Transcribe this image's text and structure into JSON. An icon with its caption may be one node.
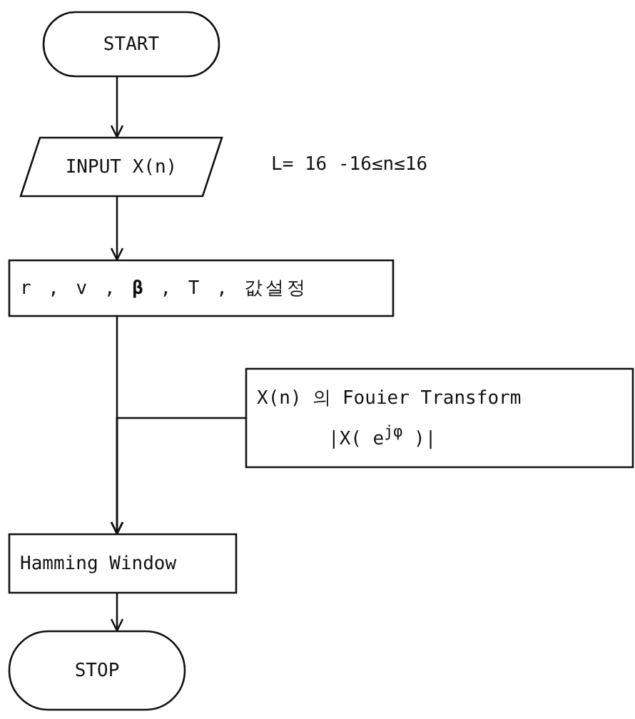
{
  "diagram": {
    "nodes": [
      {
        "text": [
          "START"
        ]
      },
      {
        "text": [
          "INPUT X(n)"
        ],
        "beside": [
          "L= 16   -16≤n≤16"
        ]
      },
      {
        "text": [
          "r , v , **β** , T , 값설정"
        ]
      },
      {
        "text": [
          "X(n) 의 Fouier Transform",
          "|X( e$^{jφ}$ )|"
        ]
      },
      {
        "text": [
          "Hamming Window"
        ]
      },
      {
        "text": [
          "STOP"
        ]
      }
    ],
    "edges": [
      {
        "from": 0,
        "to": 1,
        "arrow": "to"
      },
      {
        "from": 1,
        "to": 2,
        "arrow": "to"
      },
      {
        "from": 2,
        "to": 4,
        "arrow": "to"
      },
      {
        "from": 3,
        "to": 4,
        "arrow": "to"
      },
      {
        "from": 4,
        "to": 5,
        "arrow": "to"
      }
    ]
  }
}
